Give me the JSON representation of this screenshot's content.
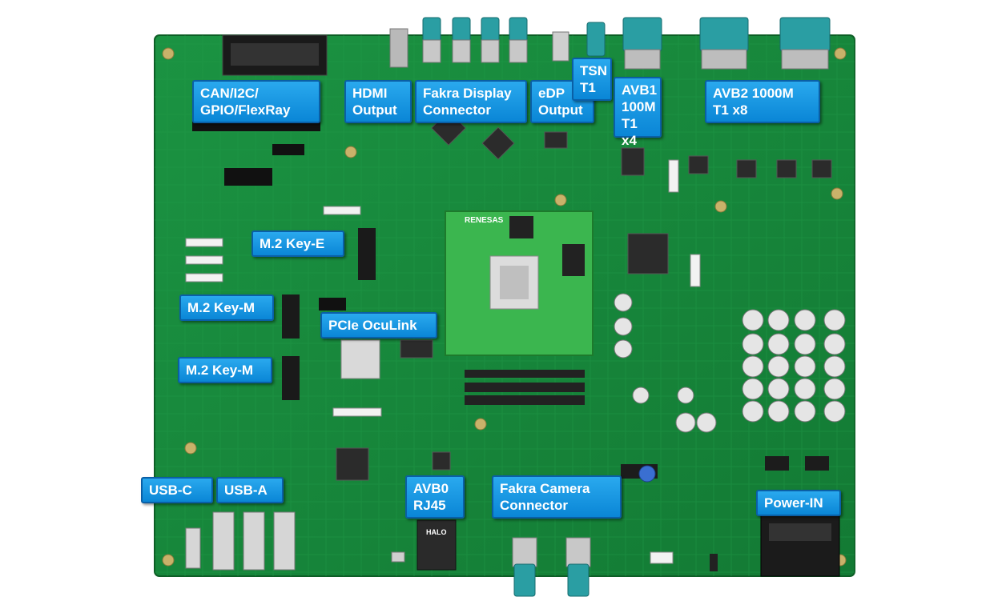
{
  "colors": {
    "pcb": "#178a3c",
    "pcb_dark": "#0f6a2c",
    "callout_bg": "#1197e2",
    "callout_border": "#0a5fa6",
    "callout_text": "#ffffff",
    "fakra_connector": "#2a9ea3",
    "som_module": "#3bb64f"
  },
  "board": {
    "som_logo": "RENESAS",
    "ethernet_jack_logo": "HALO"
  },
  "callouts": {
    "can_i2c": "CAN/I2C/\nGPIO/FlexRay",
    "hdmi": "HDMI\nOutput",
    "fakra_display": "Fakra Display\nConnector",
    "edp": "eDP\nOutput",
    "tsn": "TSN\nT1",
    "avb1": "AVB1\n100M\nT1 x4",
    "avb2": "AVB2 1000M\nT1 x8",
    "m2_key_e": "M.2 Key-E",
    "m2_key_m_1": "M.2 Key-M",
    "pcie_oculink": "PCIe OcuLink",
    "m2_key_m_2": "M.2 Key-M",
    "usb_c": "USB-C",
    "usb_a": "USB-A",
    "avb0": "AVB0\nRJ45",
    "fakra_camera": "Fakra Camera\nConnector",
    "power_in": "Power-IN"
  }
}
